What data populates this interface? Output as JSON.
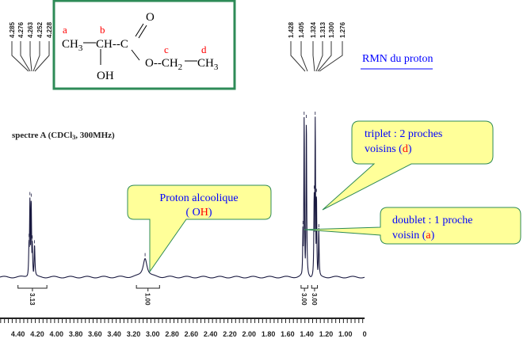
{
  "structure": {
    "labels": {
      "a": "a",
      "b": "b",
      "c": "c",
      "d": "d"
    },
    "ch3_left": "CH",
    "sub3": "3",
    "ch": "CH",
    "c_carbonyl": "C",
    "dash": "--",
    "o_double": "O",
    "oh": "OH",
    "o_ester": "O--CH",
    "sub2": "2",
    "ch3_right": "CH",
    "border_color": "#2e8b57"
  },
  "link": {
    "label": "RMN du proton",
    "color": "#0000ff"
  },
  "chart_data": {
    "type": "line",
    "title": "spectre A (CDCl",
    "title_sub": "3",
    "title_end": ", 300MHz)",
    "xlabel": "",
    "ylabel": "",
    "xlim": [
      4.58,
      0.8
    ],
    "x_reversed": true,
    "grid": false,
    "xticks": [
      "4.40",
      "4.20",
      "4.00",
      "3.80",
      "3.60",
      "3.40",
      "3.20",
      "3.00",
      "2.80",
      "2.60",
      "2.60",
      "2.40",
      "2.20",
      "2.00",
      "1.80",
      "1.60",
      "1.40",
      "1.20",
      "1.00",
      "0"
    ],
    "xtick_values": [
      4.4,
      4.2,
      4.0,
      3.8,
      3.6,
      3.4,
      3.2,
      3.0,
      2.8,
      2.6,
      2.4,
      2.2,
      2.0,
      1.8,
      1.6,
      1.4,
      1.2,
      1.0,
      0.8
    ],
    "peak_labels_left": [
      "4.285",
      "4.276",
      "4.263",
      "4.252",
      "4.228"
    ],
    "peak_labels_right": [
      "1.428",
      "1.405",
      "1.324",
      "1.313",
      "1.300",
      "1.276"
    ],
    "peaks": [
      {
        "ppm": 4.285,
        "intensity": 0.24,
        "width": 0.005
      },
      {
        "ppm": 4.276,
        "intensity": 0.5,
        "width": 0.005
      },
      {
        "ppm": 4.263,
        "intensity": 0.49,
        "width": 0.005
      },
      {
        "ppm": 4.252,
        "intensity": 0.23,
        "width": 0.005
      },
      {
        "ppm": 4.228,
        "intensity": 0.2,
        "width": 0.005
      },
      {
        "ppm": 3.08,
        "intensity": 0.12,
        "width": 0.025
      },
      {
        "ppm": 1.44,
        "intensity": 0.32,
        "width": 0.004
      },
      {
        "ppm": 1.428,
        "intensity": 1.0,
        "width": 0.004
      },
      {
        "ppm": 1.405,
        "intensity": 0.98,
        "width": 0.004
      },
      {
        "ppm": 1.324,
        "intensity": 0.54,
        "width": 0.004
      },
      {
        "ppm": 1.313,
        "intensity": 1.0,
        "width": 0.004
      },
      {
        "ppm": 1.3,
        "intensity": 0.52,
        "width": 0.004
      },
      {
        "ppm": 1.276,
        "intensity": 0.3,
        "width": 0.004
      }
    ],
    "integrals": [
      {
        "from": 4.4,
        "to": 4.1,
        "label": "3.13"
      },
      {
        "from": 3.17,
        "to": 2.93,
        "label": "1.00"
      },
      {
        "from": 1.46,
        "to": 1.39,
        "label": "3.00"
      },
      {
        "from": 1.35,
        "to": 1.29,
        "label": "3.00"
      }
    ],
    "annotations": [
      {
        "id": "oh",
        "line1": "Proton alcoolique",
        "line2_pre": "( O",
        "line2_red": "H",
        "line2_post": ")"
      },
      {
        "id": "triplet",
        "line1": "triplet : 2 proches",
        "line2_pre": "voisins (",
        "line2_red": "d",
        "line2_post": ")"
      },
      {
        "id": "doublet",
        "line1": "doublet : 1 proche",
        "line2_pre": "voisin (",
        "line2_red": "a",
        "line2_post": ")"
      }
    ],
    "colors": {
      "spectrum": "#1a1a40",
      "callout_fill": "#ffff99",
      "callout_border": "#2e8b57",
      "callout_text": "#0000ff",
      "highlight": "#ff0000"
    }
  }
}
